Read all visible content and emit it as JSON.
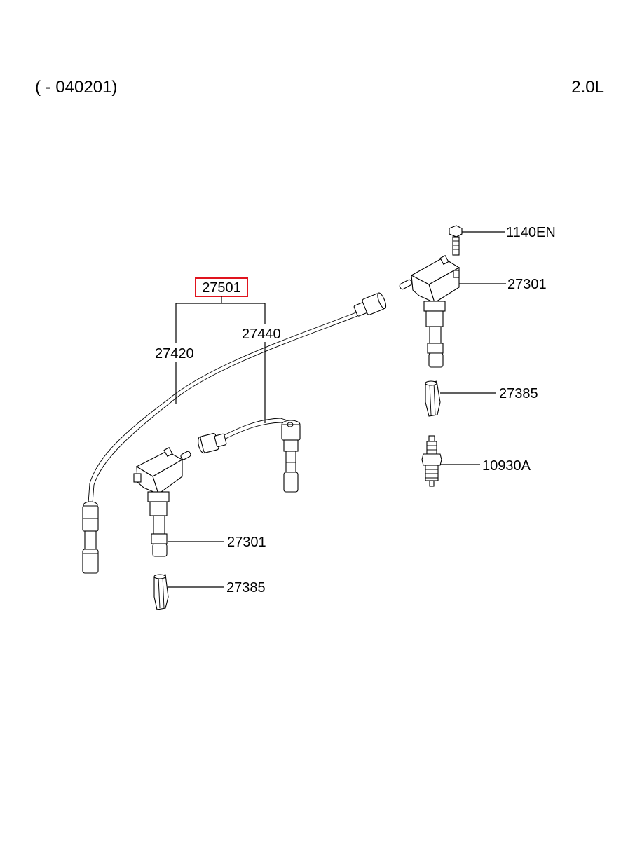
{
  "header": {
    "range": "( - 040201)",
    "engine": "2.0L"
  },
  "callouts": {
    "assembly": "27501",
    "cable_1": "27420",
    "cable_2": "27440",
    "bolt": "1140EN",
    "coil_right": "27301",
    "boot_right": "27385",
    "spark_plug": "10930A",
    "coil_left": "27301",
    "boot_left": "27385"
  },
  "colors": {
    "highlight_box": "#e0141e",
    "ink": "#000000"
  }
}
